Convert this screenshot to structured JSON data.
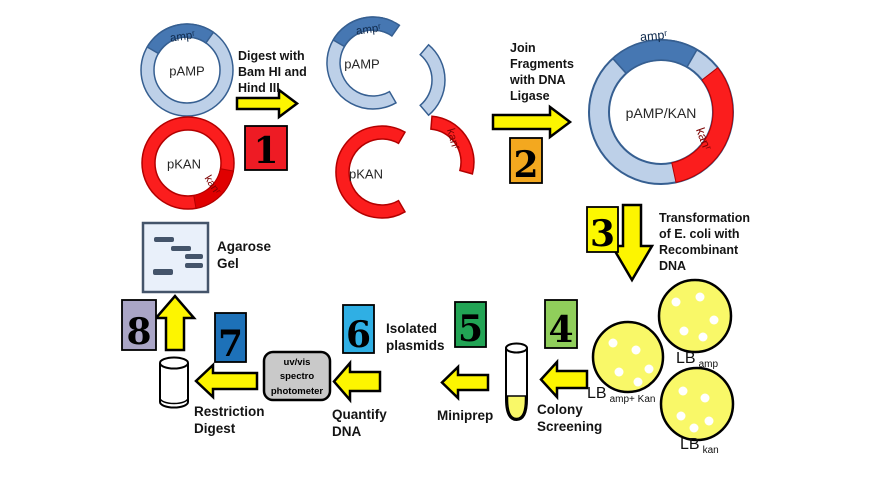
{
  "texts": {
    "digest": "Digest with\nBam HI and\nHind III",
    "join": "Join\nFragments\nwith DNA\nLigase",
    "transformation": "Transformation\nof E. coli with\nRecombinant\nDNA",
    "colony": "Colony\nScreening",
    "miniprep": "Miniprep",
    "isolated": "Isolated\nplasmids",
    "quantify": "Quantify\nDNA",
    "restriction": "Restriction\nDigest",
    "agarose": "Agarose\nGel",
    "spectro": "uv/vis\nspectro\nphotometer"
  },
  "plasmids": {
    "pamp": "pAMP",
    "pkan": "pKAN",
    "pampkan": "pAMP/KAN",
    "amp_r": "ampʳ",
    "kan_r": "kanʳ"
  },
  "steps": [
    {
      "num": "1",
      "color": "#ee1b24"
    },
    {
      "num": "2",
      "color": "#f3a81f"
    },
    {
      "num": "3",
      "color": "#fcf800"
    },
    {
      "num": "4",
      "color": "#90ce5b"
    },
    {
      "num": "5",
      "color": "#22a455"
    },
    {
      "num": "6",
      "color": "#2fafe4"
    },
    {
      "num": "7",
      "color": "#1d71b8"
    },
    {
      "num": "8",
      "color": "#aaa5c6"
    }
  ],
  "plates": [
    {
      "lb": "LB",
      "sub": "amp"
    },
    {
      "lb": "LB",
      "sub": "amp+ Kan"
    },
    {
      "lb": "LB",
      "sub": "kan"
    }
  ],
  "colors": {
    "ring_blue": "#bdd0e8",
    "segment_blue": "#4677b2",
    "plasmid_red": "#fb1d1d",
    "segment_red": "#e00000",
    "arrow_yellow": "#fdf500",
    "plate_yellow": "#f9f868",
    "gel_bg": "#e9f0fa",
    "gel_band": "#44546a",
    "spectro_gray": "#c9c9c9"
  }
}
